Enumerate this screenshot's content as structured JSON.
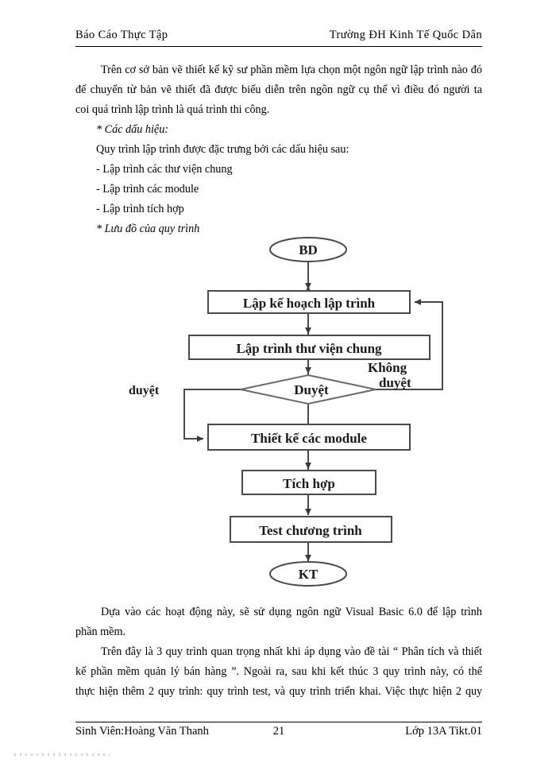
{
  "header": {
    "left": "Báo Cáo Thực Tập",
    "right": "Trường ĐH Kinh Tế Quốc Dân"
  },
  "body": {
    "para1": {
      "line1": "Trên cơ sở bản vẽ thiết kế kỹ sư phần mềm lựa chọn một ngôn ngữ lập trình nào đó",
      "line2": "để chuyển từ bản vẽ thiết đã được biểu diễn trên ngôn ngữ cụ thể vì điều đó người ta",
      "line3": "coi quá trình lập trình là quá trình thi công."
    },
    "heading1": "* Các dấu hiệu:",
    "intro": "Quy trình lập trình được đặc trưng bởi các dấu hiệu sau:",
    "bullets": [
      "- Lập trình các thư viện chung",
      "- Lập trình các module",
      "- Lập trình tích hợp"
    ],
    "heading2": "* Lưu đồ của quy trình",
    "para2": {
      "line1": "Dựa vào các hoạt động này, sẽ sử dụng ngôn ngữ Visual Basic 6.0 để lập trình",
      "line2": "phần mềm."
    },
    "para3": {
      "line1": "Trên đây là 3 quy trình quan trọng nhất khi áp dụng vào đề tài “ Phân tích và thiết",
      "line2": "kế phần mềm quản lý bán hàng ”. Ngoài ra, sau khi kết thúc 3 quy trình này, có thể",
      "line3": "thực hiện thêm 2 quy trình: quy trình test, và quy trình triển khai. Việc thực hiện 2 quy"
    }
  },
  "flowchart": {
    "type": "flowchart",
    "title": "Lưu đồ quy trình lập trình",
    "nodes": [
      {
        "id": "start",
        "shape": "oval",
        "label": "BD"
      },
      {
        "id": "plan",
        "shape": "process",
        "label": "Lập kế hoạch lập trình"
      },
      {
        "id": "library",
        "shape": "process",
        "label": "Lập trình thư viện chung"
      },
      {
        "id": "review",
        "shape": "decision",
        "label": "Duyệt"
      },
      {
        "id": "module",
        "shape": "process",
        "label": "Thiết kế các module"
      },
      {
        "id": "integrate",
        "shape": "process",
        "label": "Tích hợp"
      },
      {
        "id": "test",
        "shape": "process",
        "label": "Test chương trình"
      },
      {
        "id": "end",
        "shape": "oval",
        "label": "KT"
      }
    ],
    "edge_labels": {
      "approved": "duyệt",
      "rejected": "Không\nduyệt",
      "rejected_line1": "Không",
      "rejected_line2": "duyệt"
    },
    "edges": [
      {
        "from": "start",
        "to": "plan"
      },
      {
        "from": "plan",
        "to": "library"
      },
      {
        "from": "library",
        "to": "review"
      },
      {
        "from": "review",
        "to": "module",
        "label": "duyệt"
      },
      {
        "from": "review",
        "to": "plan",
        "label": "Không duyệt"
      },
      {
        "from": "module",
        "to": "integrate"
      },
      {
        "from": "integrate",
        "to": "test"
      },
      {
        "from": "test",
        "to": "end"
      }
    ]
  },
  "footer": {
    "left": "Sinh Viên:Hoàng Văn Thanh",
    "page": "21",
    "right": "Lớp 13A Tikt.01"
  }
}
